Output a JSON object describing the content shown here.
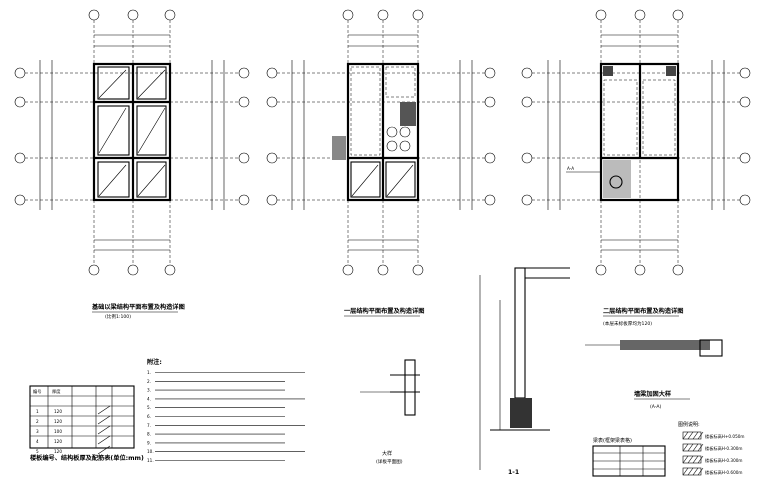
{
  "sheet": {
    "plans": [
      {
        "id": "plan-left",
        "title": "基础以梁结构平面布置及构造详图",
        "subtitle": "(比例1:100)"
      },
      {
        "id": "plan-middle",
        "title": "一层结构平面布置及构造详图",
        "subtitle": ""
      },
      {
        "id": "plan-right",
        "title": "二层结构平面布置及构造详图",
        "subtitle": "(本层未标板厚均为120)"
      }
    ],
    "details": {
      "wall_detail_caption": "大样",
      "wall_detail_sub": "(详板平面图)",
      "section_caption": "1-1",
      "beam_detail_title": "墙梁加固大样",
      "beam_detail_sub": "(A-A)",
      "section_marker": "A-A"
    },
    "notes": {
      "heading": "附注:",
      "items": [
        "1.",
        "2.",
        "3.",
        "4.",
        "5.",
        "6.",
        "7.",
        "8.",
        "9.",
        "10.",
        "11."
      ]
    },
    "legend_table": {
      "caption": "楼板编号、结构板厚及配筋表(单位:mm)",
      "header": [
        "编号",
        "厚度"
      ],
      "rows": [
        [
          "1",
          "120"
        ],
        [
          "2",
          "120"
        ],
        [
          "3",
          "100"
        ],
        [
          "4",
          "120"
        ],
        [
          "5",
          "120"
        ]
      ]
    },
    "hatch_legend": {
      "title": "图例说明:",
      "items": [
        "楼板标高H+0.050m",
        "楼板标高H-0.300m",
        "楼板标高H-0.300m",
        "楼板标高H-0.600m"
      ]
    },
    "small_table": {
      "title": "梁表(框架梁表格)"
    }
  }
}
